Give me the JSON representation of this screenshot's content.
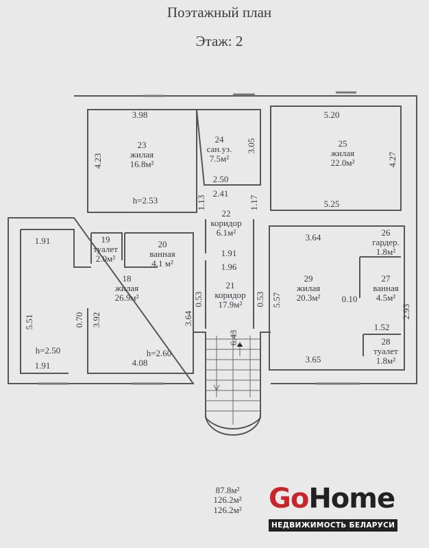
{
  "header": {
    "title": "Поэтажный план",
    "floor": "Этаж: 2"
  },
  "rooms": [
    {
      "number": "18",
      "name": "жилая",
      "area": "26.9м²"
    },
    {
      "number": "19",
      "name": "туалет",
      "area": "2.0м²"
    },
    {
      "number": "20",
      "name": "ванная",
      "area": "4.1 м²"
    },
    {
      "number": "21",
      "name": "коридор",
      "area": "17.9м²"
    },
    {
      "number": "22",
      "name": "коридор",
      "area": "6.1м²"
    },
    {
      "number": "23",
      "name": "жилая",
      "area": "16.8м²"
    },
    {
      "number": "24",
      "name": "сан.уз.",
      "area": "7.5м²"
    },
    {
      "number": "25",
      "name": "жилая",
      "area": "22.0м²"
    },
    {
      "number": "26",
      "name": "гардер.",
      "area": "1.8м²"
    },
    {
      "number": "27",
      "name": "ванная",
      "area": "4.5м²"
    },
    {
      "number": "28",
      "name": "туалет",
      "area": "1.8м²"
    },
    {
      "number": "29",
      "name": "жилая",
      "area": "20.3м²"
    }
  ],
  "dimensions": [
    "3.98",
    "4.23",
    "h=2.53",
    "2.50",
    "2.41",
    "3.05",
    "1.13",
    "1.17",
    "5.20",
    "4.27",
    "5.25",
    "1.91",
    "5.51",
    "h=2.50",
    "1.91",
    "0.70",
    "3.92",
    "3.64",
    "4.08",
    "h=2.60",
    "0.53",
    "1.91",
    "1.96",
    "0.53",
    "6.43",
    "5.57",
    "3.64",
    "0.10",
    "2.93",
    "1.52",
    "3.65"
  ],
  "totals": [
    "87.8м²",
    "126.2м²",
    "126.2м²"
  ],
  "watermark": {
    "brand_go": "Go",
    "brand_home": "Home",
    "tagline": "НЕДВИЖИМОСТЬ БЕЛАРУСИ",
    "go_color": "#c8242a"
  }
}
